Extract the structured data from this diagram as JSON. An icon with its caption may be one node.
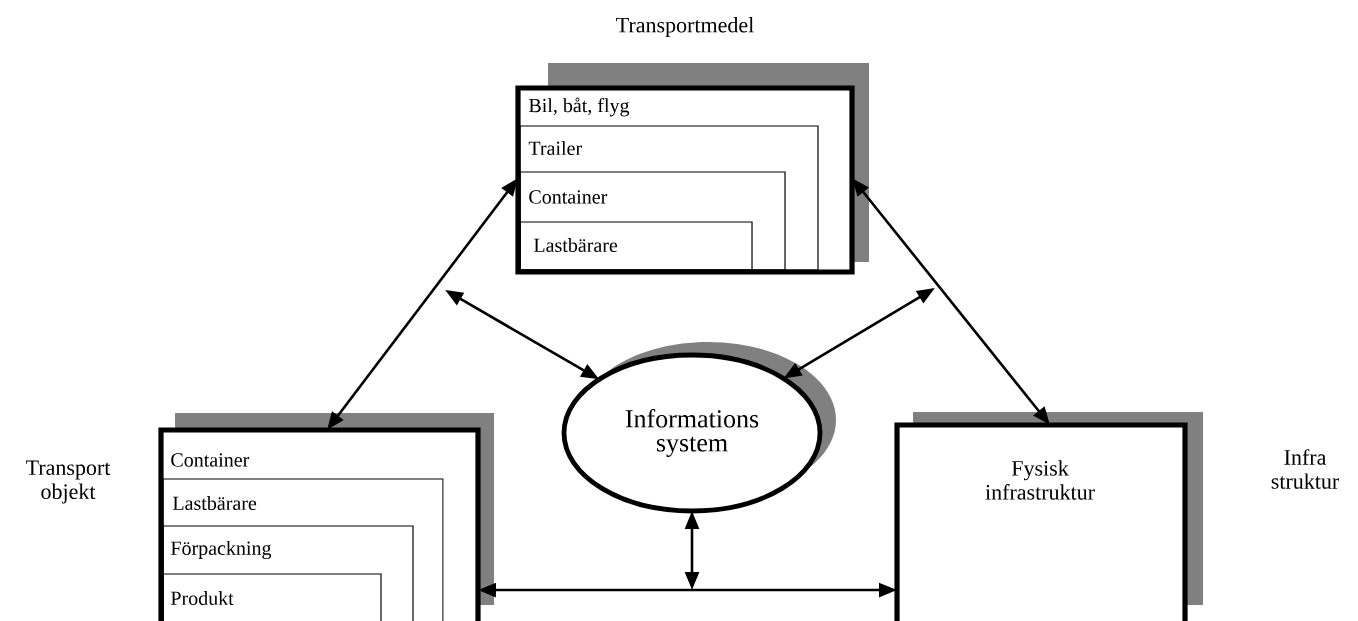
{
  "diagram": {
    "nodes": [
      {
        "text": [
          "Transportmedel",
          "Bil, båt, flyg"
        ]
      },
      {
        "text": [
          "Trailer"
        ],
        "in": 0
      },
      {
        "text": [
          "Container"
        ],
        "in": 1
      },
      {
        "text": [
          "Lastbärare"
        ],
        "in": 2
      },
      {
        "text": [
          "Container"
        ],
        "beside": [
          "Transport objekt"
        ]
      },
      {
        "text": [
          "Lastbärare"
        ],
        "in": 4
      },
      {
        "text": [
          "Förpackning"
        ],
        "in": 5
      },
      {
        "text": [
          "Produkt"
        ],
        "in": 6
      },
      {
        "text": [
          "Informations system"
        ]
      },
      {
        "text": [
          "Fysisk infrastruktur"
        ],
        "beside": [
          "Infra struktur"
        ]
      }
    ],
    "edges": [
      {
        "from": 4,
        "to": 0,
        "arrow": "both"
      },
      {
        "from": 0,
        "to": 9,
        "arrow": "both"
      },
      {
        "from": null,
        "to": 8,
        "arrow": "both"
      },
      {
        "from": null,
        "to": 8,
        "arrow": "both"
      },
      {
        "from": 4,
        "to": 9,
        "arrow": "both"
      },
      {
        "from": 8,
        "to": null,
        "arrow": "both"
      }
    ]
  }
}
